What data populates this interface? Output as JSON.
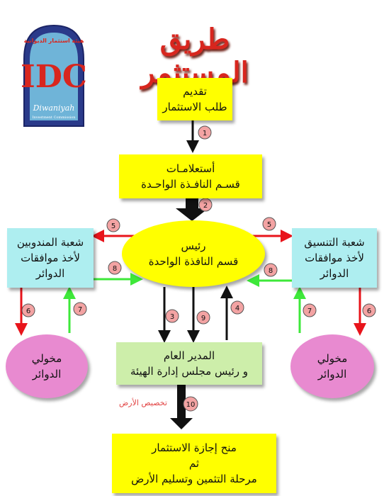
{
  "title": "طريق المستثمر",
  "logo": {
    "arc_text": "هيئة استثمار الديوانية",
    "letters": "IDC",
    "name": "Diwaniyah",
    "subtitle": "Investment Commission"
  },
  "nodes": {
    "apply": {
      "line1": "تقديم",
      "line2": "طلب الاستثمار"
    },
    "inquiries": {
      "line1": "أستعلامـات",
      "line2": "قسـم النافـذة الواحـدة"
    },
    "head": {
      "line1": "رئيس",
      "line2": "قسم النافذة الواحدة"
    },
    "delegates": {
      "line1": "شعبة المندوبين",
      "line2": "لأخذ موافقات",
      "line3": "الدوائر"
    },
    "coordination": {
      "line1": "شعبة التنسيق",
      "line2": "لأخذ موافقات",
      "line3": "الدوائر"
    },
    "officials_left": {
      "line1": "مخولي",
      "line2": "الدوائر"
    },
    "officials_right": {
      "line1": "مخولي",
      "line2": "الدوائر"
    },
    "director": {
      "line1": "المدير العام",
      "line2": "و رئيس مجلس إدارة الهيئة"
    },
    "license": {
      "line1": "منح إجازة الاستثمار",
      "line2": "ثم",
      "line3": "مرحلة التثمين وتسليم الأرض"
    }
  },
  "step_labels": [
    "1",
    "2",
    "5",
    "5",
    "8",
    "8",
    "6",
    "7",
    "7",
    "6",
    "3",
    "9",
    "4",
    "10"
  ],
  "note": "تخصيص الأرض",
  "colors": {
    "yellow": "#ffff00",
    "cyan": "#aeeef0",
    "green": "#cdeeaa",
    "pink": "#e88ad0",
    "red_arrow": "#e8141b",
    "green_arrow": "#3ee83a",
    "badge": "#f3a3a3"
  }
}
